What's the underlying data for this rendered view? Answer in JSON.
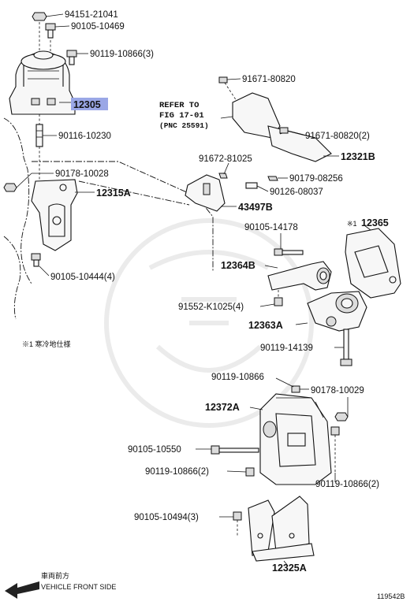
{
  "labels": {
    "p94151": "94151-21041",
    "p90105_10469": "90105-10469",
    "p90119_10866_3": "90119-10866(3)",
    "p12305": "12305",
    "p90116": "90116-10230",
    "p90178_10028": "90178-10028",
    "p12315A": "12315A",
    "p90105_10444": "90105-10444(4)",
    "p91671_80820": "91671-80820",
    "p91671_80820_2": "91671-80820(2)",
    "p12321B": "12321B",
    "p91672": "91672-81025",
    "p90179": "90179-08256",
    "p90126": "90126-08037",
    "p43497B": "43497B",
    "p12365": "12365",
    "p12365_mark": "※1",
    "p90105_14178": "90105-14178",
    "p12364B": "12364B",
    "p91552": "91552-K1025(4)",
    "p12363A": "12363A",
    "p90119_14139": "90119-14139",
    "p90119_10866": "90119-10866",
    "p90178_10029": "90178-10029",
    "p12372A": "12372A",
    "p90105_10550": "90105-10550",
    "p90119_10866_2a": "90119-10866(2)",
    "p90119_10866_2b": "90119-10866(2)",
    "p90105_10494": "90105-10494(3)",
    "p12325A": "12325A"
  },
  "refer": {
    "line1": "REFER TO",
    "line2": "FIG 17-01",
    "line3": "(PNC 25591)"
  },
  "notes": {
    "cold_climate": "※1 寒冷地仕様",
    "front_jp": "車両前方",
    "front_en": "VEHICLE FRONT SIDE",
    "diagram_id": "119542B"
  },
  "colors": {
    "highlight": "#9aa7e6"
  }
}
